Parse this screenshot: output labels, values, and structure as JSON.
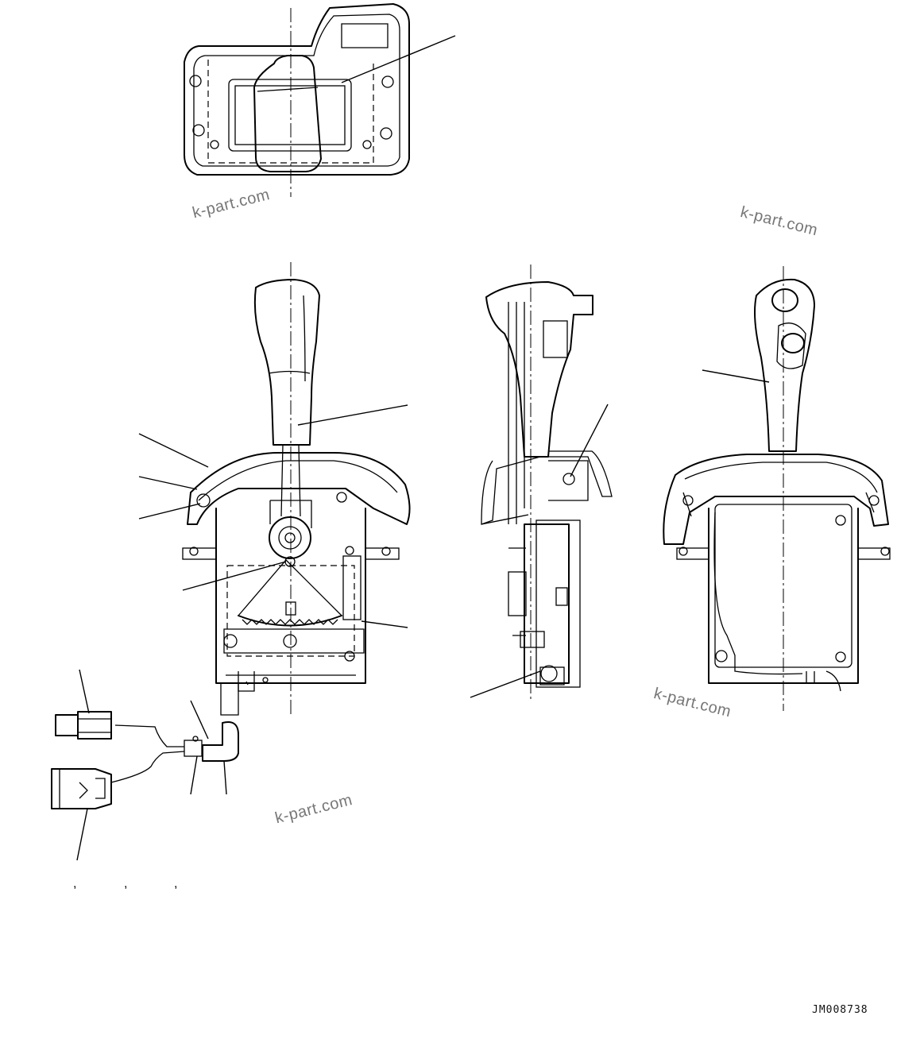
{
  "watermarks": [
    "k-part.com",
    "k-part.com",
    "k-part.com",
    "k-part.com"
  ],
  "drawing_code": "JM008738",
  "list_separators": [
    ",",
    ",",
    ","
  ],
  "views": {
    "top": "top-view-lever-housing",
    "front": "front-view-shift-lever",
    "side": "side-view-shift-lever",
    "rear": "rear-view-shift-lever",
    "harness": "wiring-harness-connectors"
  }
}
